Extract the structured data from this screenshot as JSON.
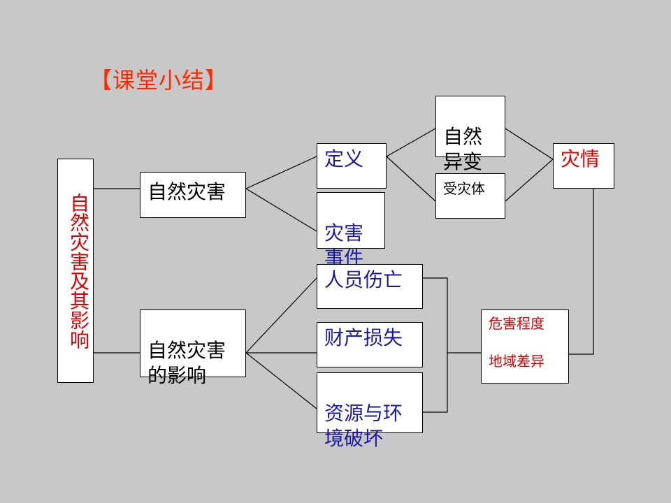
{
  "title": "【课堂小结】",
  "nodes": {
    "root": "自然灾害及其影响",
    "natural_disaster": "自然灾害",
    "impact": "自然灾害\n的影响",
    "definition": "定义",
    "disaster_event": "灾害\n事件",
    "natural_change": "自然\n异变",
    "affected_body": "受灾体",
    "disaster_situation": "灾情",
    "casualties": "人员伤亡",
    "property_loss": "财产损失",
    "resource_damage": "资源与环\n境破坏",
    "severity": "危害程度",
    "regional_diff": "地域差异"
  },
  "colors": {
    "background": "#c8c8c8",
    "title": "#ff2a00",
    "red_text": "#e00000",
    "blue_text": "#1a1aa6"
  }
}
